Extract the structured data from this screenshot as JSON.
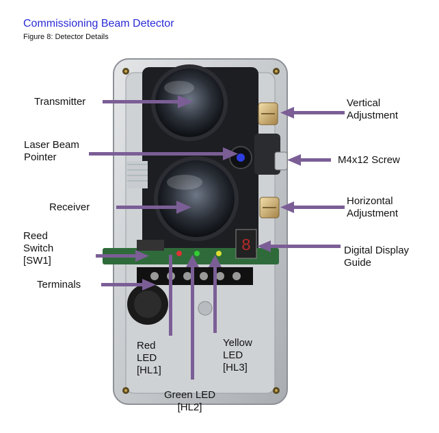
{
  "header": {
    "title": "Commissioning Beam Detector",
    "subtitle": "Figure 8: Detector Details"
  },
  "labels": {
    "transmitter": "Transmitter",
    "laser": [
      "Laser Beam",
      "Pointer"
    ],
    "receiver": "Receiver",
    "reed": [
      "Reed",
      "Switch",
      "[SW1]"
    ],
    "terminals": "Terminals",
    "vertical": [
      "Vertical",
      "Adjustment"
    ],
    "screw": "M4x12 Screw",
    "horizontal": [
      "Horizontal",
      "Adjustment"
    ],
    "display": [
      "Digital Display",
      "Guide"
    ],
    "red": [
      "Red",
      "LED",
      "[HL1]"
    ],
    "green": [
      "Green LED",
      "[HL2]"
    ],
    "yellow": [
      "Yellow",
      "LED",
      "[HL3]"
    ]
  },
  "colors": {
    "pointer": "#7b5e96",
    "title": "#2a2ad6"
  }
}
